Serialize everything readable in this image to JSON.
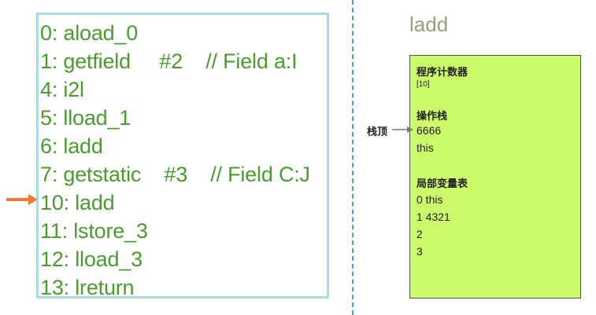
{
  "bytecode": {
    "lines": [
      {
        "offset": "0",
        "text": "0: aload_0"
      },
      {
        "offset": "1",
        "text": "1: getfield     #2    // Field a:I"
      },
      {
        "offset": "4",
        "text": "4: i2l"
      },
      {
        "offset": "5",
        "text": "5: lload_1"
      },
      {
        "offset": "6",
        "text": "6: ladd"
      },
      {
        "offset": "7",
        "text": "7: getstatic    #3    // Field C:J"
      },
      {
        "offset": "10",
        "text": "10: ladd"
      },
      {
        "offset": "11",
        "text": "11: lstore_3"
      },
      {
        "offset": "12",
        "text": "12: lload_3"
      },
      {
        "offset": "13",
        "text": "13: lreturn"
      }
    ],
    "current_index": 6
  },
  "frame": {
    "title": "ladd",
    "pc_heading": "程序计数器",
    "pc_value": "[10]",
    "stack_heading": "操作栈",
    "stack_top_label": "栈顶",
    "stack": [
      "6666",
      "this"
    ],
    "locals_heading": "局部变量表",
    "locals": [
      "0 this",
      "1 4321",
      "2",
      "3"
    ]
  },
  "colors": {
    "code_text": "#4a9c2d",
    "code_border": "#a8dde0",
    "current_arrow": "#f07a35",
    "frame_fill": "#ccfa6a",
    "divider": "#3fa3d3"
  }
}
